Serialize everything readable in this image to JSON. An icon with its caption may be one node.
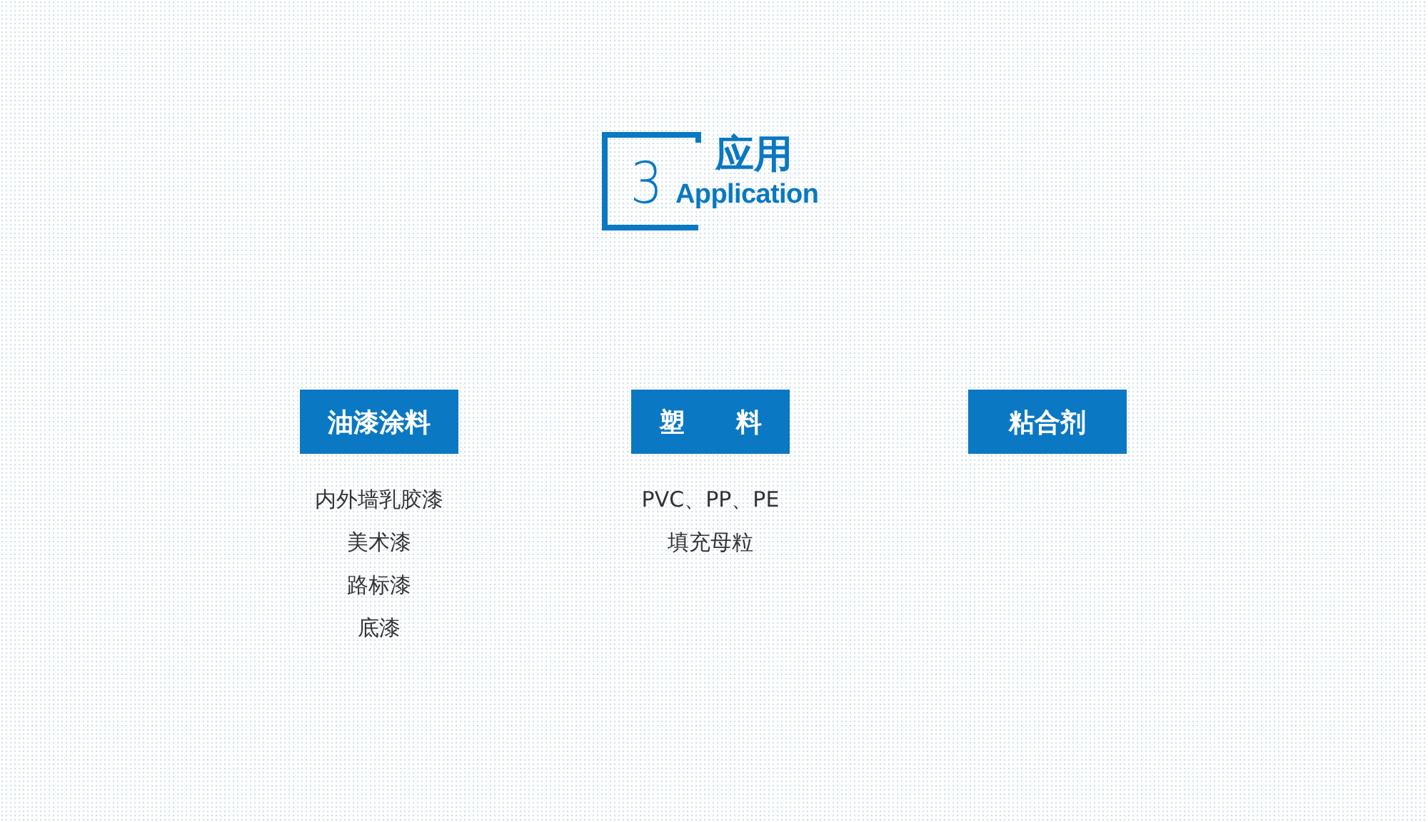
{
  "diagram": {
    "title": "应用",
    "nodes": [
      {
        "text": [
          "油漆涂料"
        ],
        "beside": [
          "内外墙乳胶漆",
          "美术漆",
          "路标漆",
          "底漆"
        ]
      },
      {
        "text": [
          "塑　　料"
        ],
        "beside": [
          "PVC、PP、PE",
          "填充母粒"
        ]
      },
      {
        "text": [
          "粘合剂"
        ]
      }
    ],
    "labels": [
      "3",
      "Application"
    ]
  }
}
